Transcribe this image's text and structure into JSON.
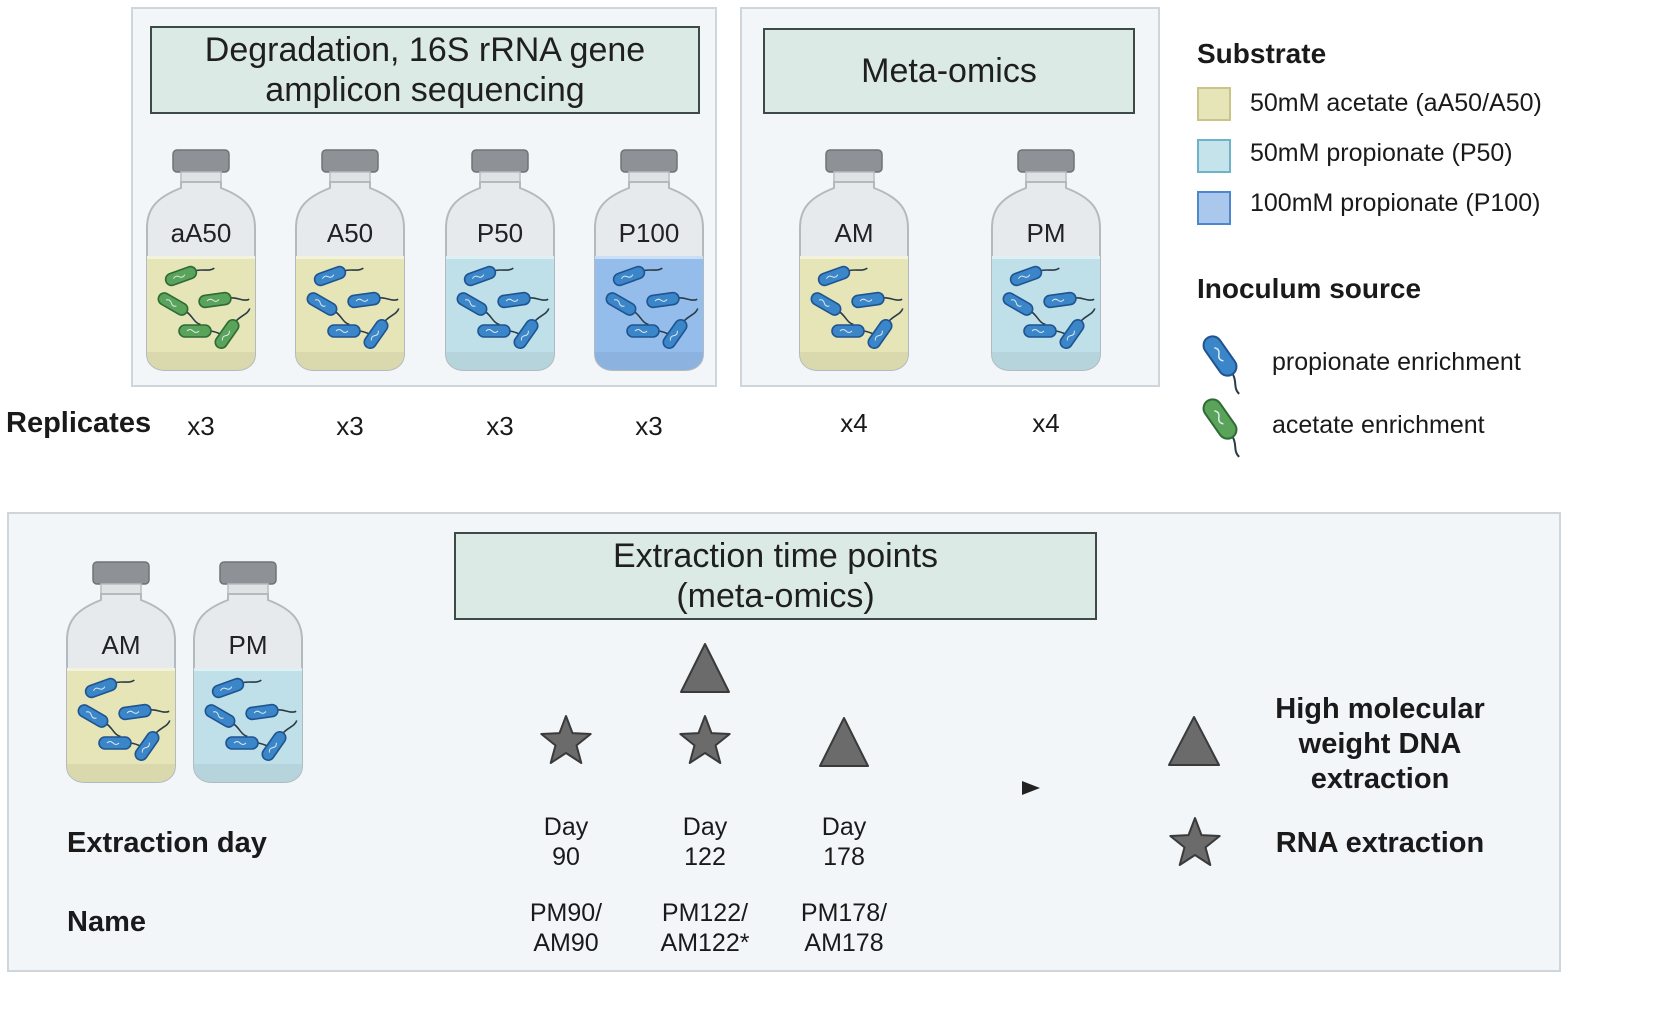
{
  "top_left_title": [
    "Degradation, 16S rRNA gene",
    "amplicon sequencing"
  ],
  "top_right_title": "Meta-omics",
  "replicates_label": "Replicates",
  "bottles": [
    {
      "label": "aA50",
      "replicates": "x3",
      "substrate": "acetate50",
      "inoculum": "acetate enrichment"
    },
    {
      "label": "A50",
      "replicates": "x3",
      "substrate": "acetate50",
      "inoculum": "propionate enrichment"
    },
    {
      "label": "P50",
      "replicates": "x3",
      "substrate": "propionate50",
      "inoculum": "propionate enrichment"
    },
    {
      "label": "P100",
      "replicates": "x3",
      "substrate": "propionate100",
      "inoculum": "propionate enrichment"
    },
    {
      "label": "AM",
      "replicates": "x4",
      "substrate": "acetate50",
      "inoculum": "propionate enrichment"
    },
    {
      "label": "PM",
      "replicates": "x4",
      "substrate": "propionate50",
      "inoculum": "propionate enrichment"
    }
  ],
  "legend": {
    "substrate_title": "Substrate",
    "substrates": [
      {
        "label": "50mM acetate (aA50/A50)",
        "fill": "#e6e5b8",
        "stroke": "#c9c48a"
      },
      {
        "label": "50mM propionate (P50)",
        "fill": "#c4e3ea",
        "stroke": "#6fb3c9"
      },
      {
        "label": "100mM propionate (P100)",
        "fill": "#a9c8ec",
        "stroke": "#4d88cf"
      }
    ],
    "inoculum_title": "Inoculum source",
    "inocula": [
      {
        "label": "propionate enrichment",
        "color": "#3a86c8"
      },
      {
        "label": "acetate enrichment",
        "color": "#5aa35a"
      }
    ]
  },
  "bottom_bottles": [
    {
      "label": "AM",
      "substrate": "acetate50"
    },
    {
      "label": "PM",
      "substrate": "propionate50"
    }
  ],
  "extraction_title": [
    "Extraction time points",
    "(meta-omics)"
  ],
  "extraction_day_label": "Extraction day",
  "name_label": "Name",
  "timepoints": [
    {
      "day_word": "Day",
      "day": "90",
      "name1": "PM90/",
      "name2": "AM90",
      "markers": [
        "RNA"
      ]
    },
    {
      "day_word": "Day",
      "day": "122",
      "name1": "PM122/",
      "name2": "AM122*",
      "markers": [
        "HMW",
        "RNA"
      ]
    },
    {
      "day_word": "Day",
      "day": "178",
      "name1": "PM178/",
      "name2": "AM178",
      "markers": [
        "HMW"
      ]
    }
  ],
  "key": {
    "hmw_label": [
      "High molecular",
      "weight DNA",
      "extraction"
    ],
    "rna_label": "RNA extraction"
  },
  "colors": {
    "acetate50": "#e6e5b8",
    "propionate50": "#bfe0e8",
    "propionate100": "#94bdec",
    "marker": "#6b6b6b",
    "arrow": "#222222"
  }
}
